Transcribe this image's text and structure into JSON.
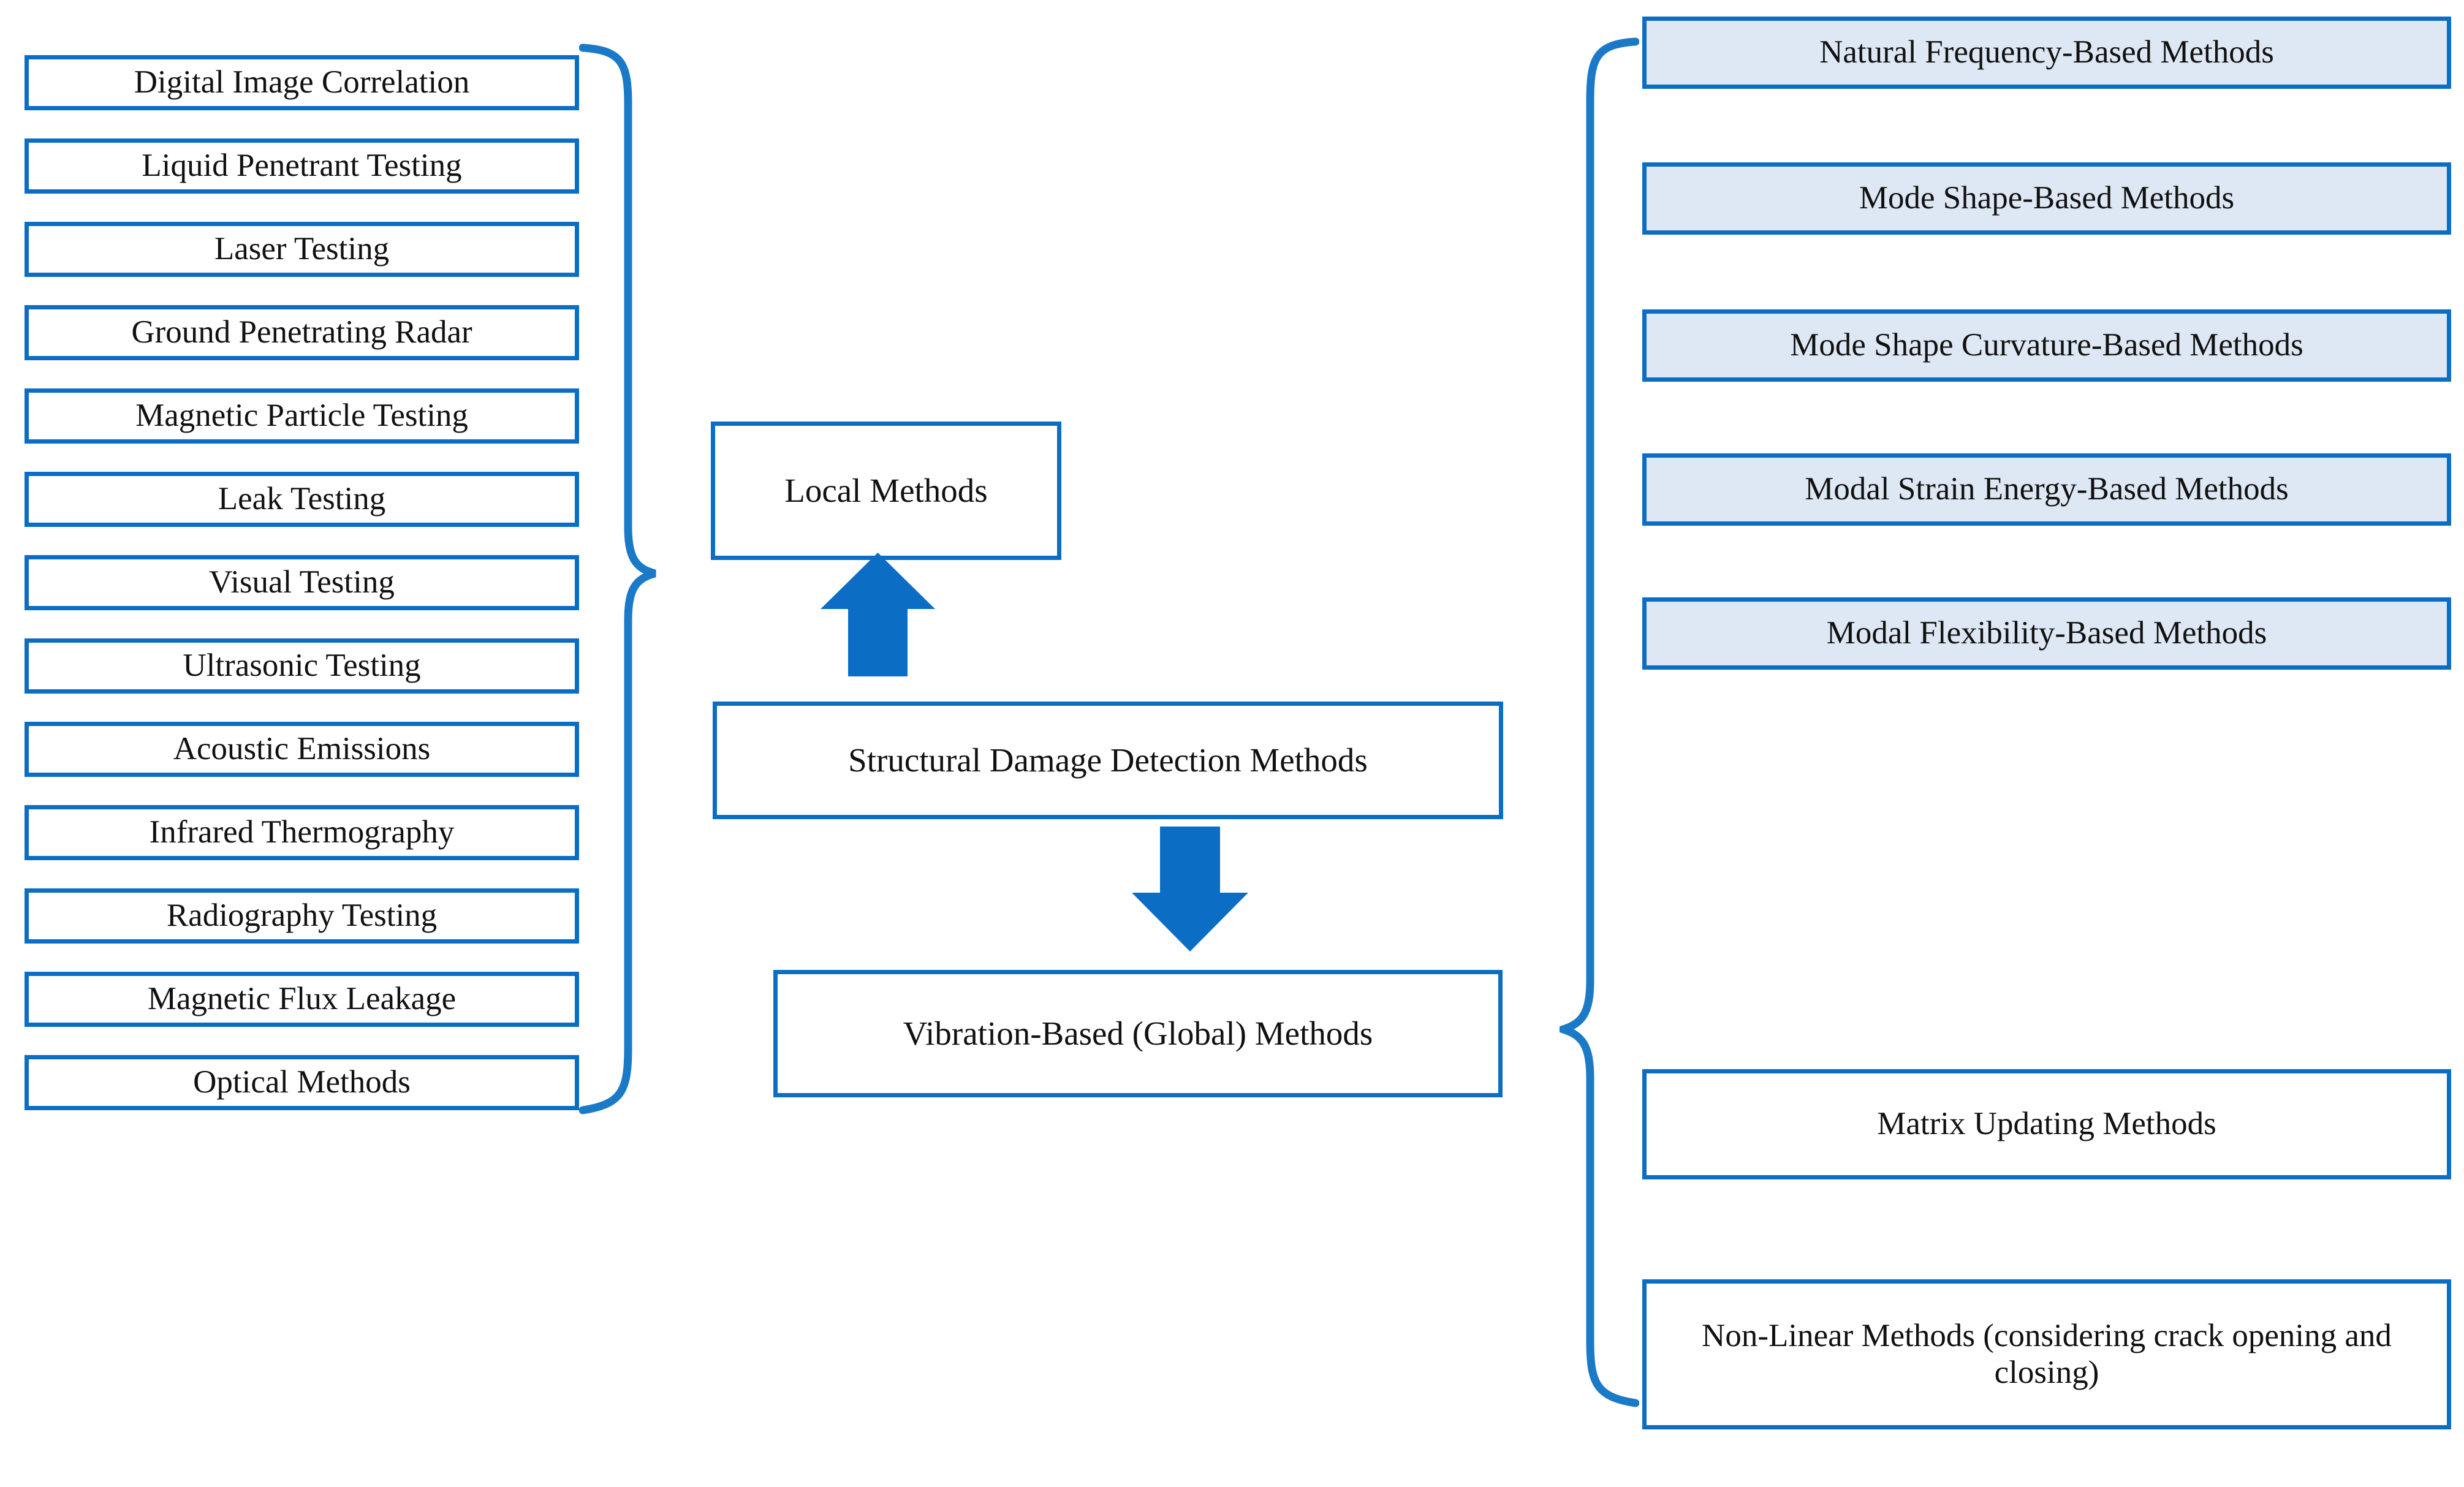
{
  "diagram": {
    "title": "Structural Damage Detection Methods",
    "type": "hierarchical-classification-flowchart",
    "colors": {
      "border_blue": "#0b6ec4",
      "arrow_blue": "#0b6ec4",
      "brace_blue": "#1b7ac7",
      "fill_light_blue": "#dee8f4",
      "fill_white": "#ffffff",
      "text": "#111111"
    }
  },
  "center": {
    "root_label": "Structural Damage Detection Methods",
    "branch_up_label": "Local Methods",
    "branch_down_label": "Vibration-Based (Global) Methods",
    "arrow_up_name": "up-arrow",
    "arrow_down_name": "down-arrow"
  },
  "local_methods": {
    "brace_side": "right-facing",
    "items": [
      {
        "label": "Digital Image Correlation",
        "fill": "white"
      },
      {
        "label": "Liquid Penetrant Testing",
        "fill": "white"
      },
      {
        "label": "Laser Testing",
        "fill": "white"
      },
      {
        "label": "Ground Penetrating Radar",
        "fill": "white"
      },
      {
        "label": "Magnetic Particle Testing",
        "fill": "white"
      },
      {
        "label": "Leak Testing",
        "fill": "white"
      },
      {
        "label": "Visual Testing",
        "fill": "white"
      },
      {
        "label": "Ultrasonic Testing",
        "fill": "white"
      },
      {
        "label": "Acoustic Emissions",
        "fill": "white"
      },
      {
        "label": "Infrared Thermography",
        "fill": "white"
      },
      {
        "label": "Radiography Testing",
        "fill": "white"
      },
      {
        "label": "Magnetic Flux Leakage",
        "fill": "white"
      },
      {
        "label": "Optical Methods",
        "fill": "white"
      }
    ]
  },
  "vibration_methods": {
    "brace_side": "left-facing",
    "items": [
      {
        "label": "Natural Frequency-Based Methods",
        "fill": "light-blue"
      },
      {
        "label": "Mode Shape-Based Methods",
        "fill": "light-blue"
      },
      {
        "label": "Mode Shape Curvature-Based Methods",
        "fill": "light-blue"
      },
      {
        "label": "Modal Strain Energy-Based Methods",
        "fill": "light-blue"
      },
      {
        "label": "Modal Flexibility-Based Methods",
        "fill": "light-blue"
      },
      {
        "label": "Matrix Updating Methods",
        "fill": "white"
      },
      {
        "label": "Non-Linear Methods (considering crack opening and closing)",
        "fill": "white"
      }
    ]
  }
}
